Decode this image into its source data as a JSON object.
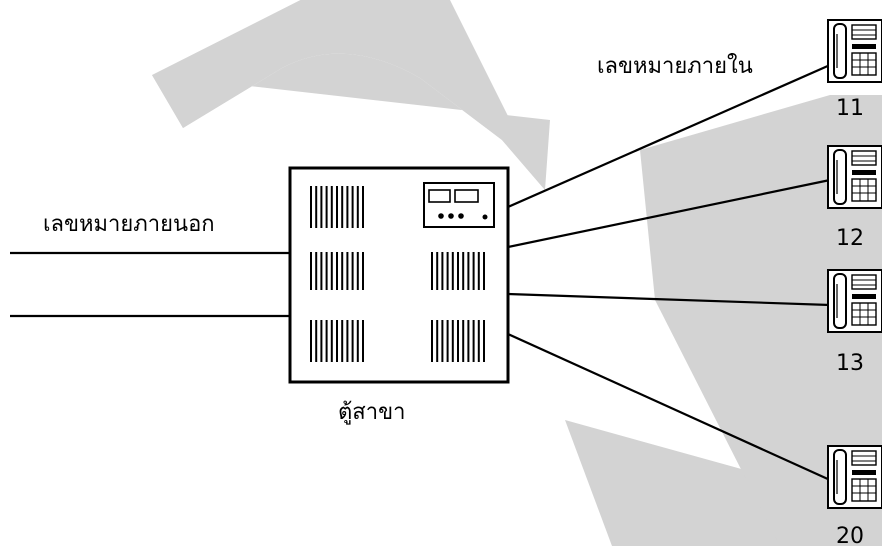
{
  "labels": {
    "external_lines": "เลขหมายภายนอก",
    "internal_extensions": "เลขหมายภายใน",
    "pbx": "ตู้สาขา"
  },
  "extensions": [
    {
      "number": "11"
    },
    {
      "number": "12"
    },
    {
      "number": "13"
    },
    {
      "number": "20"
    }
  ],
  "colors": {
    "line": "#000000",
    "background": "#ffffff",
    "watermark": "#d3d3d3"
  },
  "icons": {
    "pbx": "pbx-cabinet-icon",
    "phone": "desk-phone-icon",
    "watermark": "watermark-swoosh"
  }
}
